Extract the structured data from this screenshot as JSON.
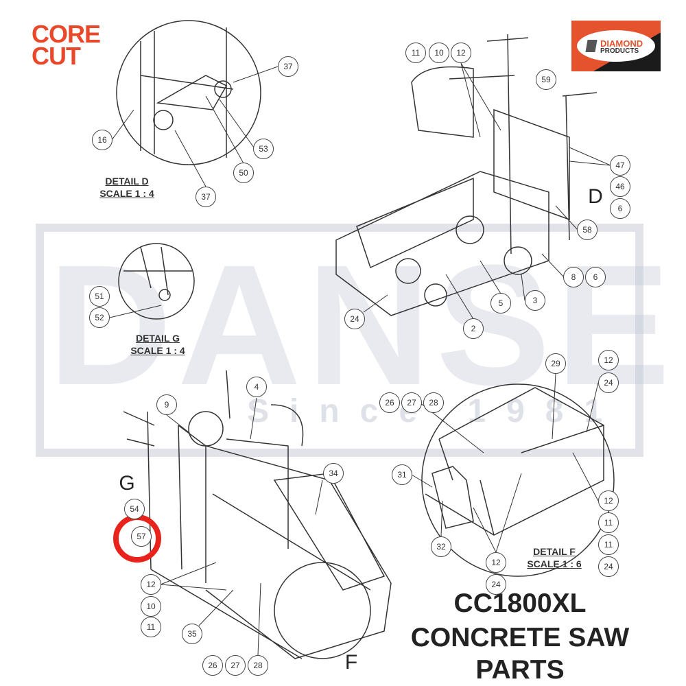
{
  "brand_left": {
    "line1": "CORE",
    "line2": "CUT"
  },
  "brand_right": {
    "line1": "DIAMOND",
    "line2": "PRODUCTS"
  },
  "watermark": {
    "text": "DANSE",
    "sub": "Since 1981"
  },
  "title": {
    "line1": "CC1800XL",
    "line2": "CONCRETE SAW",
    "line3": "PARTS"
  },
  "details": [
    {
      "name": "DETAIL D",
      "scale": "SCALE 1 : 4"
    },
    {
      "name": "DETAIL G",
      "scale": "SCALE 1 : 4"
    },
    {
      "name": "DETAIL F",
      "scale": "SCALE 1 : 6"
    }
  ],
  "view_letters": [
    "D",
    "G",
    "F"
  ],
  "callouts": [
    "37",
    "16",
    "53",
    "50",
    "37",
    "11",
    "10",
    "12",
    "59",
    "47",
    "46",
    "6",
    "58",
    "8",
    "6",
    "3",
    "5",
    "2",
    "24",
    "51",
    "52",
    "9",
    "4",
    "34",
    "54",
    "57",
    "12",
    "10",
    "11",
    "35",
    "26",
    "27",
    "28",
    "26",
    "27",
    "28",
    "29",
    "12",
    "24",
    "31",
    "12",
    "11",
    "11",
    "24",
    "32",
    "12",
    "24"
  ],
  "highlight": {
    "callout": "57",
    "color": "#e8231b"
  }
}
